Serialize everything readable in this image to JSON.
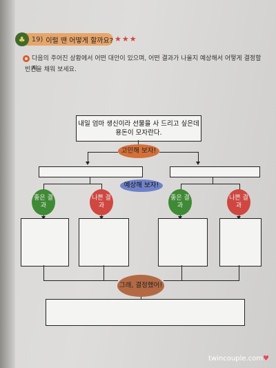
{
  "header": {
    "number": "19)",
    "title": "이럴 땐 어떻게 할까요?",
    "stars": "★★★"
  },
  "instructions": {
    "line1": "다음의 주어진 상황에서 어떤 대안이 있으며, 어떤 결과가 나올지 예상해서 어떻게 결정할지",
    "line2": "빈칸을 채워 보세요."
  },
  "flow": {
    "situation": "내일 엄마 생신이라 선물을 사 드리고 싶은데 용돈이 모자란다.",
    "think": "고민해 보자!",
    "predict": "예상해 보자!",
    "good_result": "좋은 결과",
    "bad_result": "나쁜 결과",
    "decide": "그래, 결정했어!"
  },
  "watermark": "twincouple.com"
}
